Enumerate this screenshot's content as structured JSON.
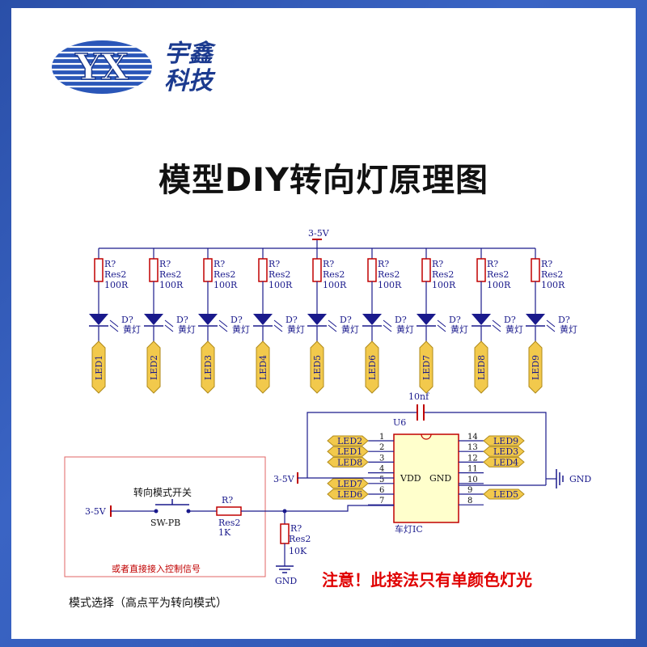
{
  "brand": {
    "logo_text": "YX",
    "name_line1": "宇鑫",
    "name_line2": "科技"
  },
  "title": "模型DIY转向灯原理图",
  "supply": {
    "top_label": "3-5V",
    "left_label": "3-5V",
    "ic_vdd_label": "3-5V"
  },
  "led_channels": [
    {
      "r_ref": "R?",
      "r_type": "Res2",
      "r_val": "100R",
      "d_ref": "D?",
      "d_val": "黄灯",
      "net": "LED1"
    },
    {
      "r_ref": "R?",
      "r_type": "Res2",
      "r_val": "100R",
      "d_ref": "D?",
      "d_val": "黄灯",
      "net": "LED2"
    },
    {
      "r_ref": "R?",
      "r_type": "Res2",
      "r_val": "100R",
      "d_ref": "D?",
      "d_val": "黄灯",
      "net": "LED3"
    },
    {
      "r_ref": "R?",
      "r_type": "Res2",
      "r_val": "100R",
      "d_ref": "D?",
      "d_val": "黄灯",
      "net": "LED4"
    },
    {
      "r_ref": "R?",
      "r_type": "Res2",
      "r_val": "100R",
      "d_ref": "D?",
      "d_val": "黄灯",
      "net": "LED5"
    },
    {
      "r_ref": "R?",
      "r_type": "Res2",
      "r_val": "100R",
      "d_ref": "D?",
      "d_val": "黄灯",
      "net": "LED6"
    },
    {
      "r_ref": "R?",
      "r_type": "Res2",
      "r_val": "100R",
      "d_ref": "D?",
      "d_val": "黄灯",
      "net": "LED7"
    },
    {
      "r_ref": "R?",
      "r_type": "Res2",
      "r_val": "100R",
      "d_ref": "D?",
      "d_val": "黄灯",
      "net": "LED8"
    },
    {
      "r_ref": "R?",
      "r_type": "Res2",
      "r_val": "100R",
      "d_ref": "D?",
      "d_val": "黄灯",
      "net": "LED9"
    }
  ],
  "capacitor": {
    "value": "10nf"
  },
  "ic": {
    "ref": "U6",
    "name": "车灯IC",
    "vdd_label": "VDD",
    "gnd_label": "GND",
    "left_pins": [
      {
        "num": "1",
        "net": "LED2"
      },
      {
        "num": "2",
        "net": "LED1"
      },
      {
        "num": "3",
        "net": "LED8"
      },
      {
        "num": "4",
        "net": ""
      },
      {
        "num": "5",
        "net": "LED7"
      },
      {
        "num": "6",
        "net": "LED6"
      },
      {
        "num": "7",
        "net": ""
      }
    ],
    "right_pins": [
      {
        "num": "14",
        "net": "LED9"
      },
      {
        "num": "13",
        "net": "LED3"
      },
      {
        "num": "12",
        "net": "LED4"
      },
      {
        "num": "11",
        "net": ""
      },
      {
        "num": "10",
        "net": ""
      },
      {
        "num": "9",
        "net": "LED5"
      },
      {
        "num": "8",
        "net": ""
      }
    ],
    "gnd_net_label": "GND"
  },
  "mode_box": {
    "switch_title": "转向模式开关",
    "switch_ref": "SW-PB",
    "r_ref": "R?",
    "r_type": "Res2",
    "r_val": "1K",
    "box_note": "或者直接接入控制信号",
    "caption": "模式选择（高点平为转向模式）"
  },
  "pulldown": {
    "r_ref": "R?",
    "r_type": "Res2",
    "r_val": "10K",
    "gnd_label": "GND"
  },
  "notice": "注意！此接法只有单颜色灯光",
  "colors": {
    "wire": "#1a1a8c",
    "component": "#c00000",
    "led_flag": "#f2c94c",
    "text": "#1a1a8c",
    "notice": "#e00000"
  }
}
